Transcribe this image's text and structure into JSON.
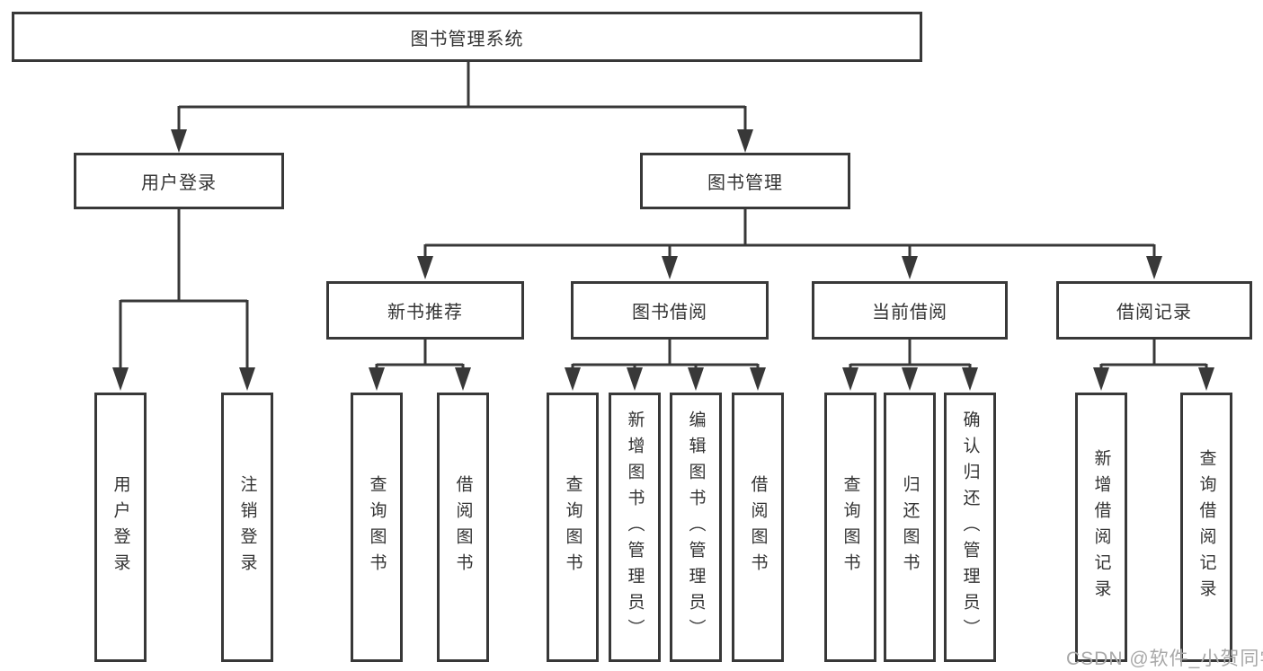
{
  "tree": {
    "root": "图书管理系统",
    "children": [
      {
        "label": "用户登录",
        "children": [
          "用户登录",
          "注销登录"
        ]
      },
      {
        "label": "图书管理",
        "children": [
          {
            "label": "新书推荐",
            "children": [
              "查询图书",
              "借阅图书"
            ]
          },
          {
            "label": "图书借阅",
            "children": [
              "查询图书",
              "新增图书（管理员）",
              "编辑图书（管理员）",
              "借阅图书"
            ]
          },
          {
            "label": "当前借阅",
            "children": [
              "查询图书",
              "归还图书",
              "确认归还（管理员）"
            ]
          },
          {
            "label": "借阅记录",
            "children": [
              "新增借阅记录",
              "查询借阅记录"
            ]
          }
        ]
      }
    ]
  },
  "watermark": {
    "text": "CSDN @软件_小贺同学"
  },
  "colors": {
    "line": "#383838",
    "text": "#333333",
    "watermark": "#a8a8a8",
    "background": "#ffffff"
  }
}
